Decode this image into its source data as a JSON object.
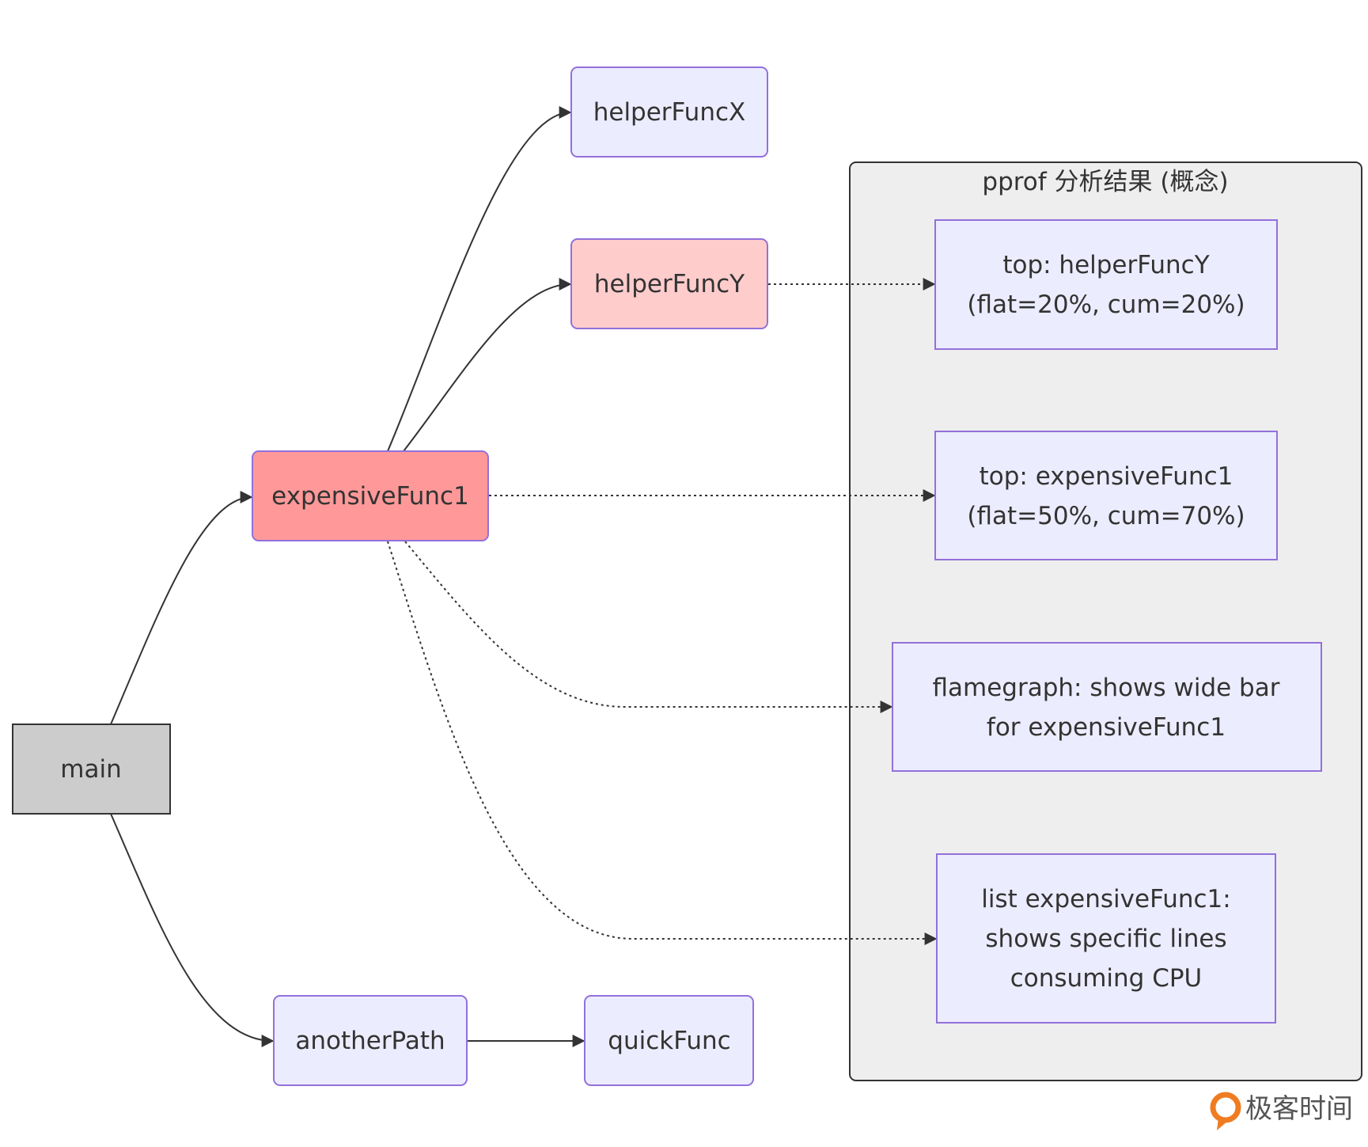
{
  "nodes": {
    "main": "main",
    "expensiveFunc1": "expensiveFunc1",
    "helperFuncX": "helperFuncX",
    "helperFuncY": "helperFuncY",
    "anotherPath": "anotherPath",
    "quickFunc": "quickFunc"
  },
  "cluster": {
    "title": "pprof 分析结果 (概念)",
    "top_helper": [
      "top: helperFuncY",
      "(flat=20%, cum=20%)"
    ],
    "top_expensive": [
      "top: expensiveFunc1",
      "(flat=50%, cum=70%)"
    ],
    "flamegraph": [
      "flamegraph: shows wide bar",
      "for expensiveFunc1"
    ],
    "list": [
      "list expensiveFunc1:",
      "shows specific lines",
      "consuming CPU"
    ]
  },
  "watermark": "极客时间",
  "colors": {
    "default_fill": "#ECECFF",
    "default_stroke": "#9370DB",
    "main_fill": "#CCCCCC",
    "main_stroke": "#333333",
    "hot_fill": "#FF9999",
    "warm_fill": "#FFCCCC",
    "cluster_fill": "#EEEEEE",
    "watermark_accent": "#F07C22"
  }
}
